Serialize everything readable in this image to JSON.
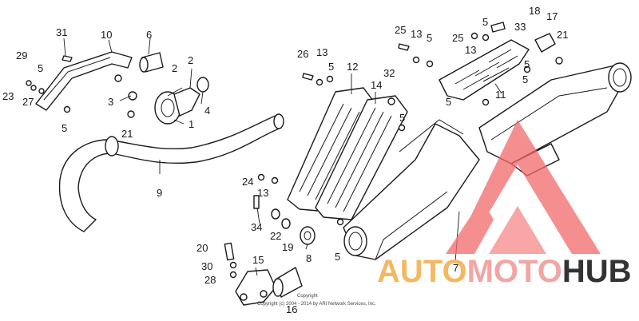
{
  "diagram": {
    "callouts": [
      {
        "id": "31",
        "label": "31"
      },
      {
        "id": "10",
        "label": "10"
      },
      {
        "id": "6",
        "label": "6"
      },
      {
        "id": "29",
        "label": "29"
      },
      {
        "id": "5a",
        "label": "5"
      },
      {
        "id": "2a",
        "label": "2"
      },
      {
        "id": "2b",
        "label": "2"
      },
      {
        "id": "23",
        "label": "23"
      },
      {
        "id": "27",
        "label": "27"
      },
      {
        "id": "3",
        "label": "3"
      },
      {
        "id": "4",
        "label": "4"
      },
      {
        "id": "1",
        "label": "1"
      },
      {
        "id": "5b",
        "label": "5"
      },
      {
        "id": "21a",
        "label": "21"
      },
      {
        "id": "9",
        "label": "9"
      },
      {
        "id": "26",
        "label": "26"
      },
      {
        "id": "13a",
        "label": "13"
      },
      {
        "id": "5c",
        "label": "5"
      },
      {
        "id": "12",
        "label": "12"
      },
      {
        "id": "14",
        "label": "14"
      },
      {
        "id": "32",
        "label": "32"
      },
      {
        "id": "5d",
        "label": "5"
      },
      {
        "id": "25a",
        "label": "25"
      },
      {
        "id": "13b",
        "label": "13"
      },
      {
        "id": "5e",
        "label": "5"
      },
      {
        "id": "25b",
        "label": "25"
      },
      {
        "id": "13c",
        "label": "13"
      },
      {
        "id": "5f",
        "label": "5"
      },
      {
        "id": "33",
        "label": "33"
      },
      {
        "id": "18",
        "label": "18"
      },
      {
        "id": "17",
        "label": "17"
      },
      {
        "id": "21b",
        "label": "21"
      },
      {
        "id": "5g",
        "label": "5"
      },
      {
        "id": "5h",
        "label": "5"
      },
      {
        "id": "11",
        "label": "11"
      },
      {
        "id": "5i",
        "label": "5"
      },
      {
        "id": "24",
        "label": "24"
      },
      {
        "id": "13d",
        "label": "13"
      },
      {
        "id": "34",
        "label": "34"
      },
      {
        "id": "22",
        "label": "22"
      },
      {
        "id": "19",
        "label": "19"
      },
      {
        "id": "8",
        "label": "8"
      },
      {
        "id": "5j",
        "label": "5"
      },
      {
        "id": "20",
        "label": "20"
      },
      {
        "id": "30",
        "label": "30"
      },
      {
        "id": "28",
        "label": "28"
      },
      {
        "id": "15",
        "label": "15"
      },
      {
        "id": "16",
        "label": "16"
      },
      {
        "id": "7",
        "label": "7"
      }
    ],
    "copyright_line1": "Copyright",
    "copyright_line2": "Copyright (c) 2004 - 2014 by ARI Network Services, Inc."
  },
  "watermark": {
    "part1": "AUTO",
    "part2": "MOTO",
    "part3": "HUB",
    "colors": {
      "auto": "#f4b860",
      "moto": "#f2a6a3",
      "hub": "#333333",
      "triangle": "#f26a6a"
    }
  }
}
